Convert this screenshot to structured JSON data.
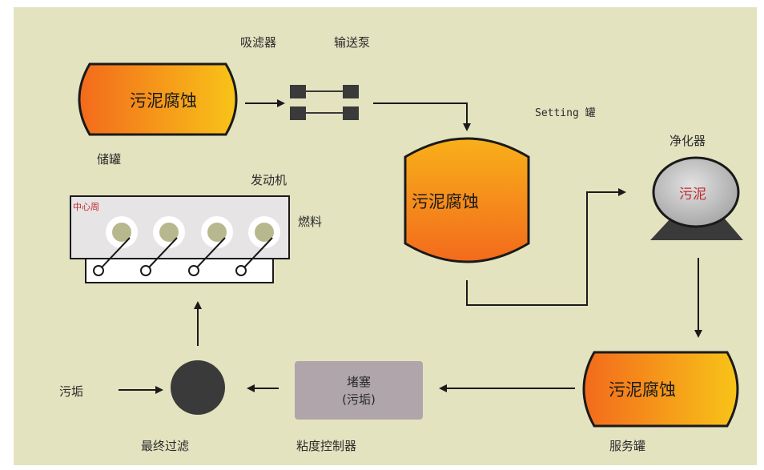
{
  "labels": {
    "suction_filter": "吸滤器",
    "transfer_pump": "输送泵",
    "storage_tank": "储罐",
    "setting_tank": "Setting 罐",
    "purifier": "净化器",
    "engine": "发动机",
    "fuel": "燃料",
    "final_filter": "最终过滤",
    "viscosity_controller": "粘度控制器",
    "service_tank": "服务罐",
    "sludge_left": "污垢"
  },
  "tanks": {
    "storage": "污泥腐蚀",
    "setting": "污泥腐蚀",
    "service": "污泥腐蚀"
  },
  "purifier_text": "污泥",
  "engine_tag": "中心周",
  "clog_box": {
    "line1": "堵塞",
    "line2": "(污垢)"
  },
  "colors": {
    "background": "#e4e3c0",
    "tank_fill_start": "#f4701c",
    "tank_fill_end": "#f7c31a",
    "arrow": "#1a1a1a"
  }
}
